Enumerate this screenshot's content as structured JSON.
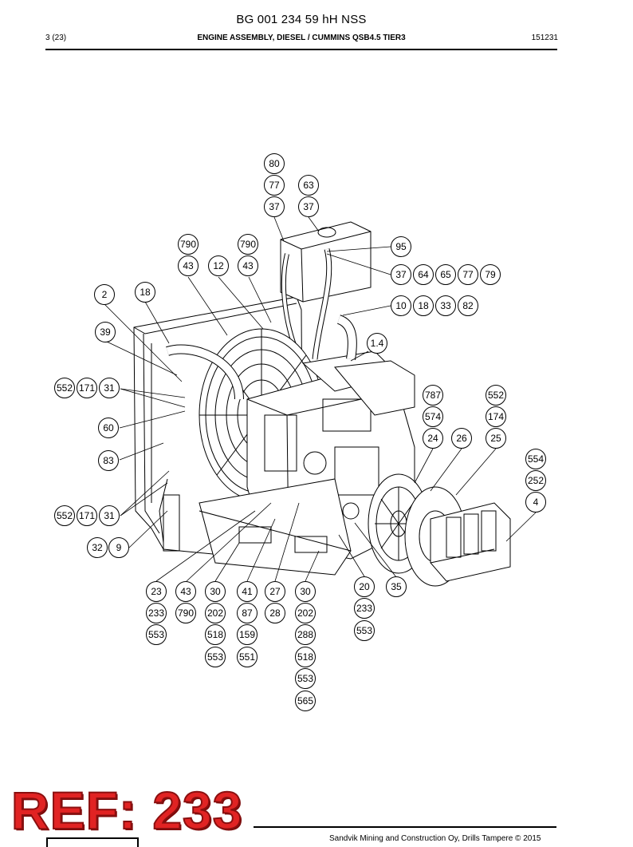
{
  "header": {
    "doc_number": "BG 001 234 59 hH NSS",
    "page": "3 (23)",
    "section_title": "ENGINE ASSEMBLY, DIESEL / CUMMINS QSB4.5 TIER3",
    "code": "151231"
  },
  "callouts": {
    "c80": "80",
    "c77": "77",
    "c37a": "37",
    "c63": "63",
    "c37b": "37",
    "c790a": "790",
    "c43a": "43",
    "c12": "12",
    "c790b": "790",
    "c43b": "43",
    "c95": "95",
    "c37c": "37",
    "c64": "64",
    "c65": "65",
    "c77b": "77",
    "c79": "79",
    "c10": "10",
    "c18b": "18",
    "c33": "33",
    "c82": "82",
    "c2": "2",
    "c18": "18",
    "c39": "39",
    "c1_4": "1.4",
    "c552a": "552",
    "c171a": "171",
    "c31a": "31",
    "c787": "787",
    "c552r": "552",
    "c574": "574",
    "c174": "174",
    "c24": "24",
    "c26": "26",
    "c25": "25",
    "c60": "60",
    "c83": "83",
    "c554": "554",
    "c252": "252",
    "c4": "4",
    "c552b": "552",
    "c171b": "171",
    "c31b": "31",
    "c32": "32",
    "c9": "9",
    "c20": "20",
    "c35": "35",
    "c233r": "233",
    "c553r": "553",
    "b23": "23",
    "b233": "233",
    "b553": "553",
    "b43": "43",
    "b790": "790",
    "b30": "30",
    "b202": "202",
    "b518": "518",
    "b553b": "553",
    "b41": "41",
    "b87": "87",
    "b159": "159",
    "b551": "551",
    "b27": "27",
    "b28": "28",
    "b30b": "30",
    "b202b": "202",
    "b288": "288",
    "b518b": "518",
    "b553c": "553",
    "b565": "565"
  },
  "stamp": {
    "text": "REF: 233",
    "color": "#e12323"
  },
  "footer": {
    "copyright": "Sandvik Mining and Construction Oy, Drills Tampere © 2015"
  }
}
